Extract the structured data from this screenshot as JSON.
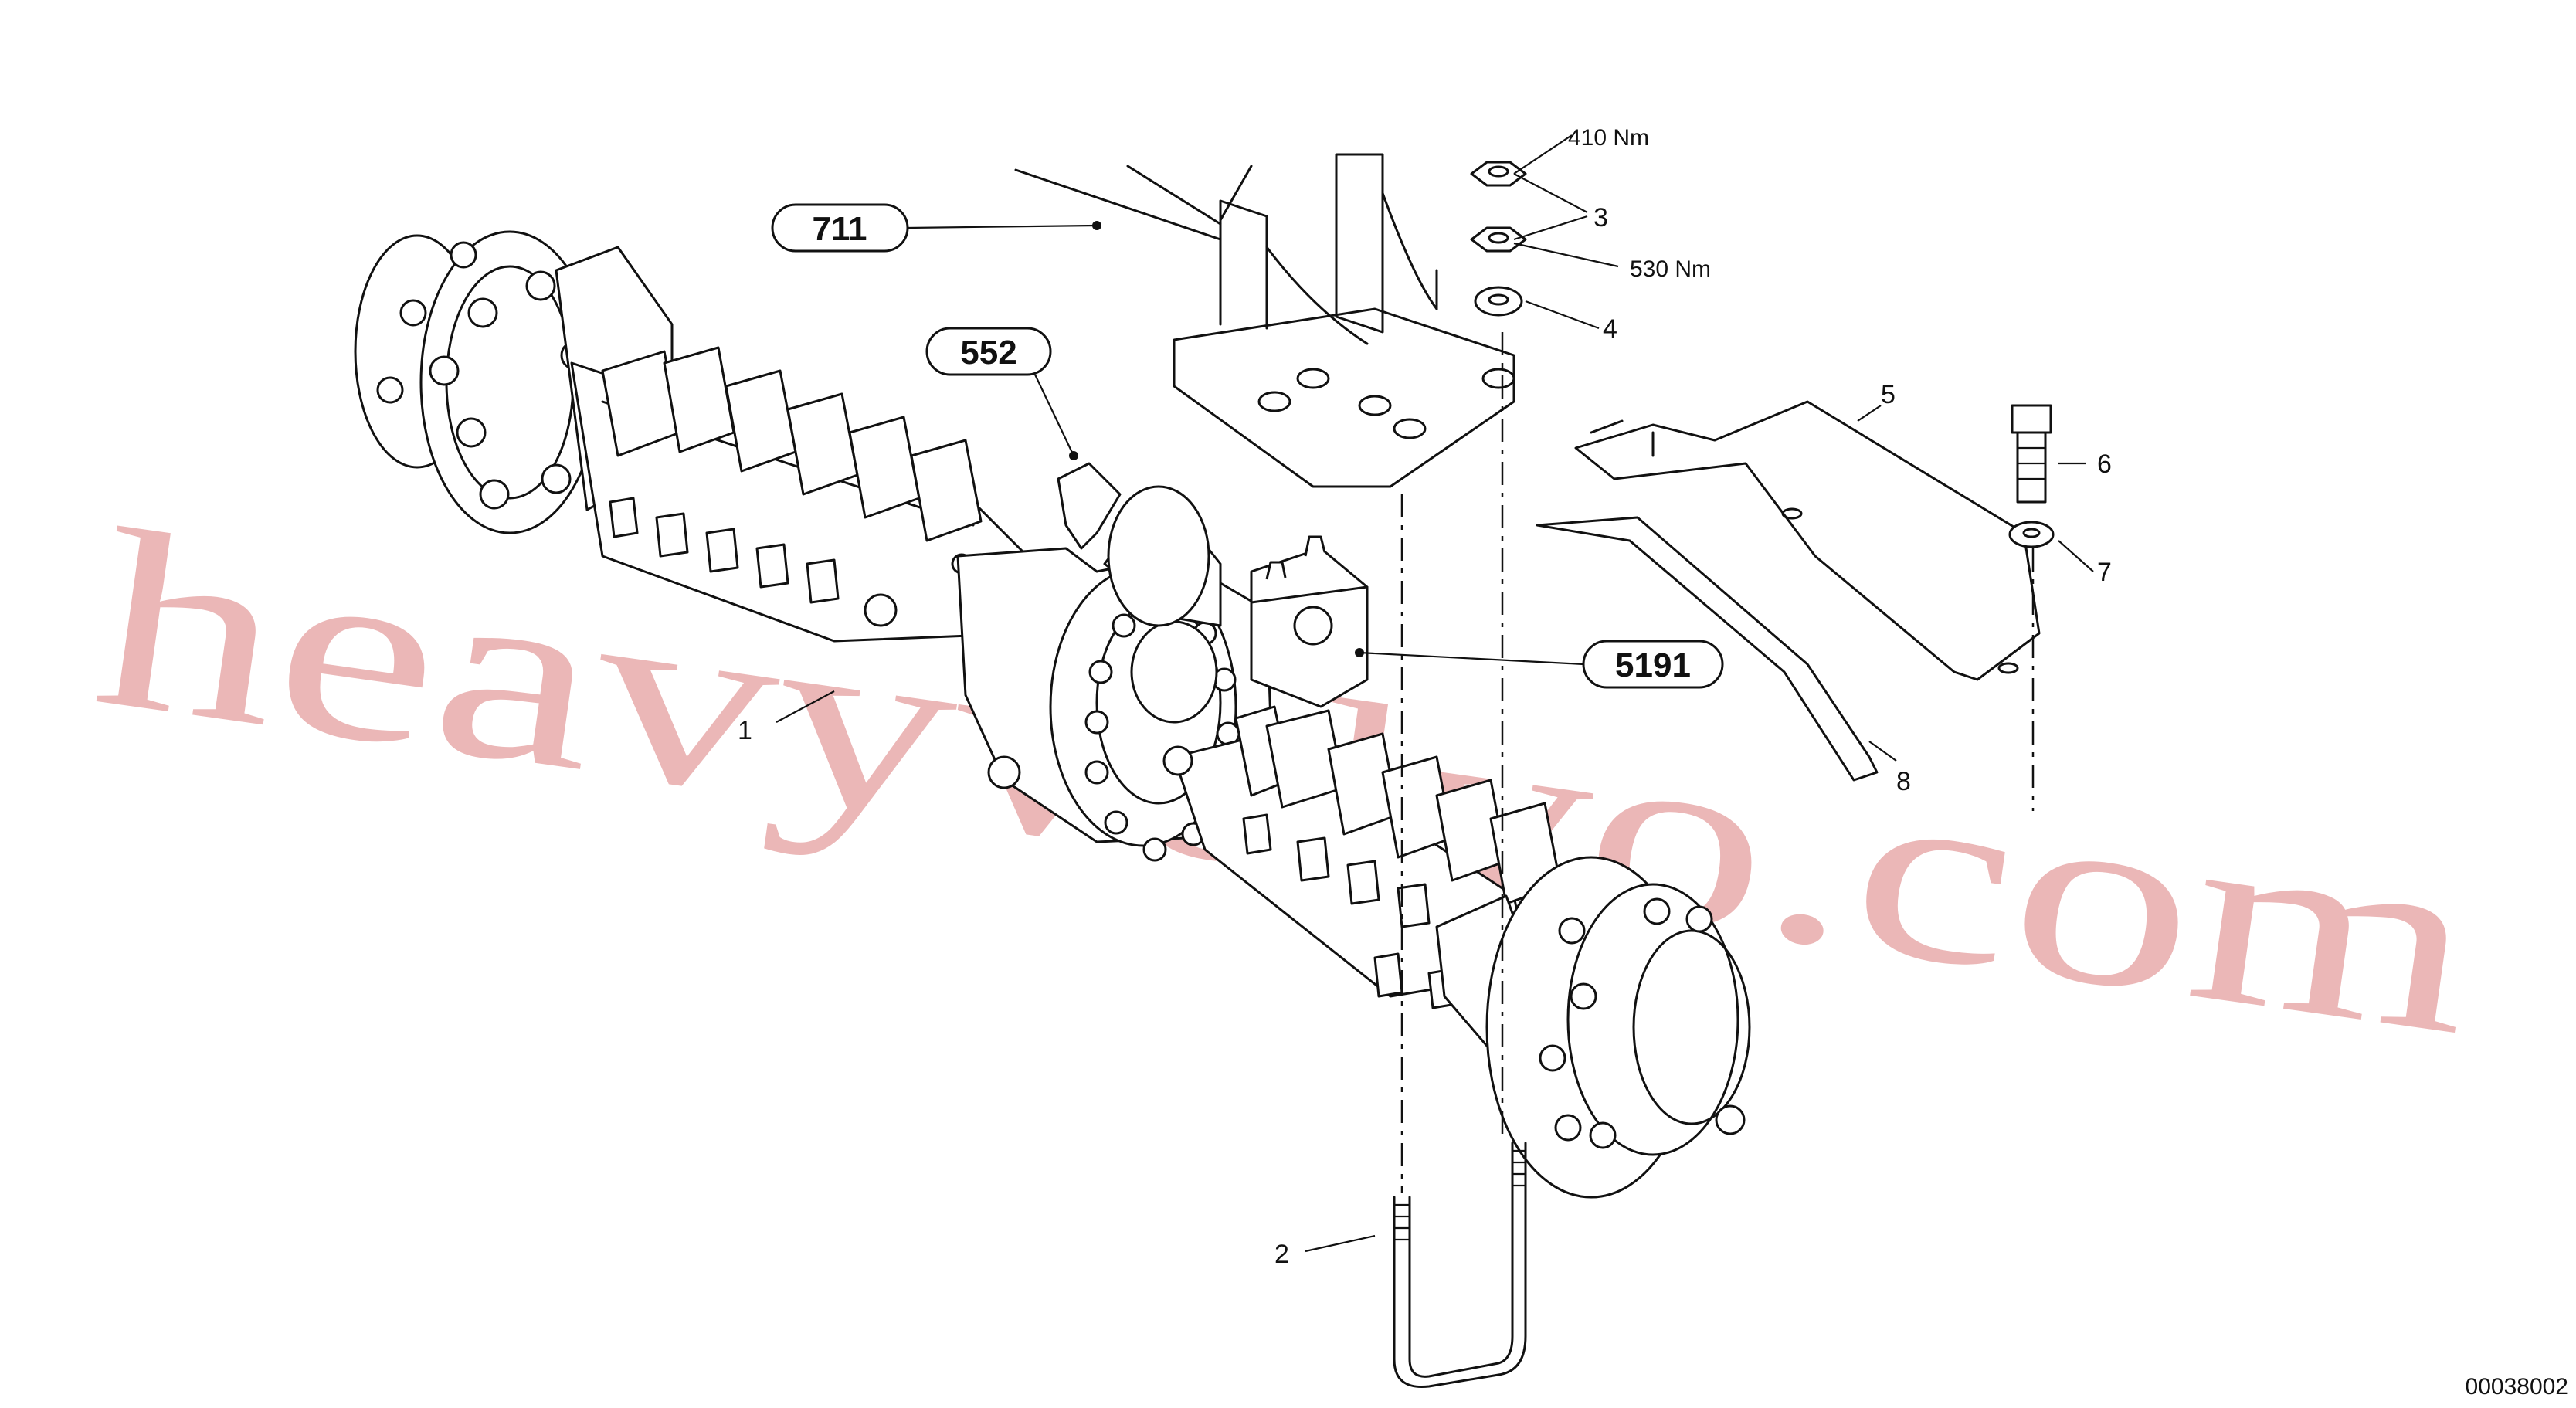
{
  "callouts": [
    {
      "id": "1",
      "text": "1"
    },
    {
      "id": "2",
      "text": "2"
    },
    {
      "id": "3",
      "text": "3"
    },
    {
      "id": "4",
      "text": "4"
    },
    {
      "id": "5",
      "text": "5"
    },
    {
      "id": "6",
      "text": "6"
    },
    {
      "id": "7",
      "text": "7"
    },
    {
      "id": "8",
      "text": "8"
    }
  ],
  "references": [
    {
      "id": "711",
      "text": "711"
    },
    {
      "id": "552",
      "text": "552"
    },
    {
      "id": "5191",
      "text": "5191"
    }
  ],
  "torques": {
    "upper": "410  Nm",
    "lower": "530  Nm"
  },
  "watermark": "heavyvolvo.com",
  "document_number": "00038002"
}
